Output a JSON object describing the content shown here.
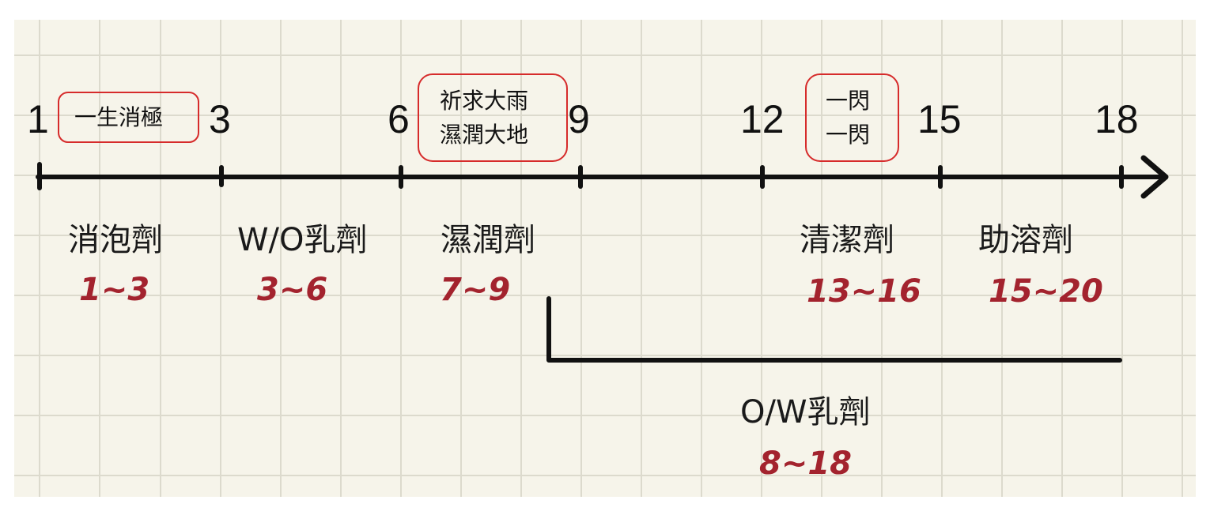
{
  "diagram": {
    "ticks": [
      "1",
      "3",
      "6",
      "9",
      "12",
      "15",
      "18"
    ],
    "notes": {
      "note1": "一生消極",
      "note2_line1": "祈求大雨",
      "note2_line2": "濕潤大地",
      "note3_line1": "一閃",
      "note3_line2": "一閃"
    },
    "categories": [
      {
        "name": "消泡劑",
        "range": "1~3"
      },
      {
        "name": "W/O乳劑",
        "range": "3~6"
      },
      {
        "name": "濕潤劑",
        "range": "7~9"
      },
      {
        "name": "清潔劑",
        "range": "13~16"
      },
      {
        "name": "助溶劑",
        "range": "15~20"
      },
      {
        "name": "O/W乳劑",
        "range": "8~18"
      }
    ]
  },
  "colors": {
    "paper": "#f6f4ea",
    "grid": "#dcdacd",
    "line": "#111111",
    "box": "#d62b2b",
    "handwriting": "#a3232e"
  }
}
